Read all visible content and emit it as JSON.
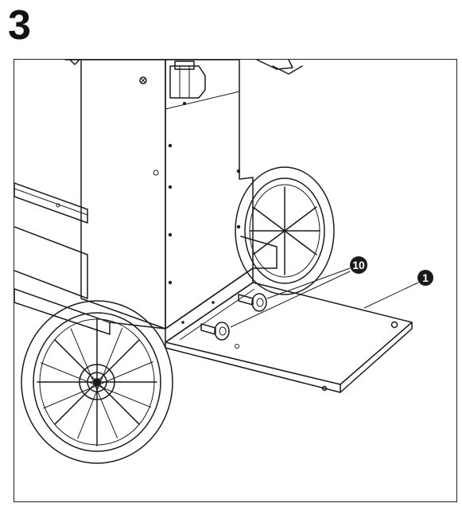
{
  "step": {
    "number": "3"
  },
  "callouts": [
    {
      "id": "screws",
      "label": "10"
    },
    {
      "id": "tray",
      "label": "1"
    }
  ],
  "colors": {
    "line": "#1a1a1a",
    "background": "#ffffff",
    "callout_fill": "#111111"
  }
}
